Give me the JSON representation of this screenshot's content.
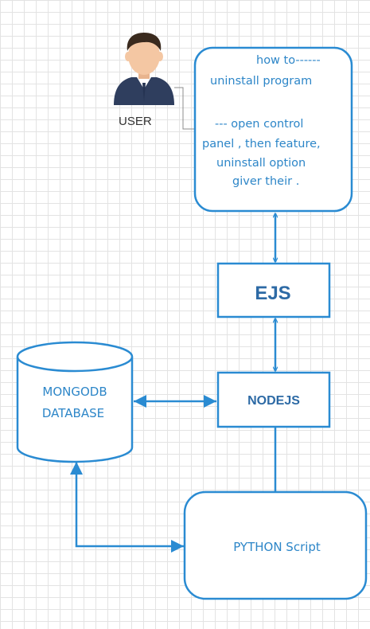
{
  "user": {
    "label": "USER",
    "icon": "user-icon"
  },
  "message": {
    "lines": [
      "how to------",
      "uninstall program",
      "",
      "--- open control",
      "panel , then feature,",
      "uninstall option",
      "giver their ."
    ]
  },
  "nodes": {
    "ejs": "EJS",
    "nodejs": "NODEJS",
    "python": "PYTHON Script",
    "database": {
      "line1": "MONGODB",
      "line2": "DATABASE"
    }
  },
  "colors": {
    "stroke": "#2a8bd2",
    "arrow": "#2a8bd2",
    "text": "#2d86c8",
    "grid": "#e3e3e3",
    "user_shirt": "#2f3e5e",
    "user_skin": "#f4c7a3",
    "user_hair": "#3a2a1e",
    "connector": "#8c8c8c"
  }
}
